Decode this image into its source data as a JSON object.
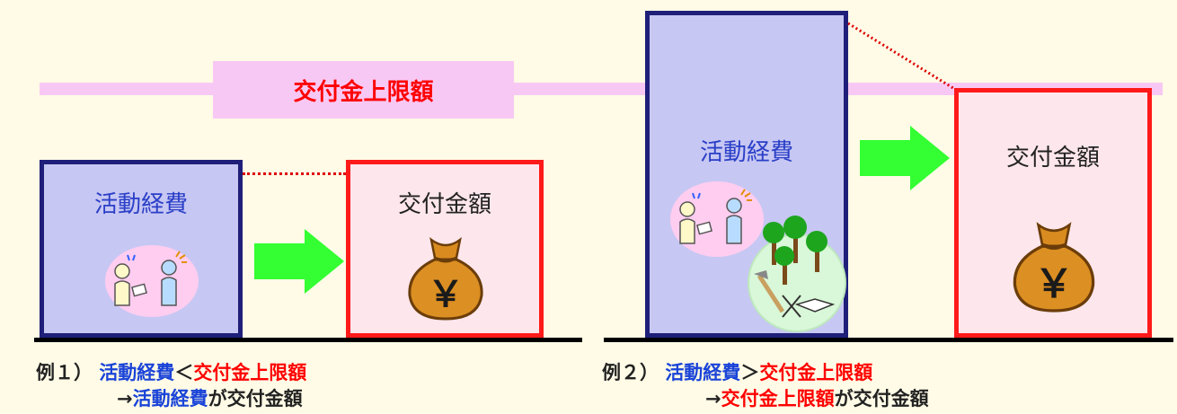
{
  "limit_label": "交付金上限額",
  "example1": {
    "expense_label": "活動経費",
    "grant_label": "交付金額",
    "caption_prefix": "例１）",
    "caption_a": "活動経費",
    "caption_op": "＜",
    "caption_b": "交付金上限額",
    "result_arrow": "→",
    "result_a": "活動経費",
    "result_suffix": "が交付金額"
  },
  "example2": {
    "expense_label": "活動経費",
    "grant_label": "交付金額",
    "caption_prefix": "例２）",
    "caption_a": "活動経費",
    "caption_op": "＞",
    "caption_b": "交付金上限額",
    "result_arrow": "→",
    "result_a": "交付金上限額",
    "result_suffix": "が交付金額"
  },
  "money_bag_symbol": "￥",
  "colors": {
    "expense_fill": "#c7c7f3",
    "expense_border": "#1f1f7a",
    "grant_fill": "#fde6ec",
    "grant_border": "#ff1a1a",
    "limit_band": "#f8c8f4",
    "arrow": "#33ff33"
  }
}
